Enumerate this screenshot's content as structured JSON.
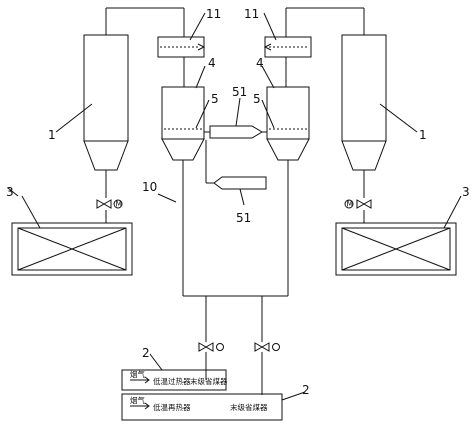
{
  "labels": {
    "n1_left": "1",
    "n1_right": "1",
    "n3_left": "3",
    "n3_right": "3",
    "n4_left": "4",
    "n4_right": "4",
    "n5_left": "5",
    "n5_right": "5",
    "n11_left": "11",
    "n11_right": "11",
    "n51_top": "51",
    "n51_bottom": "51",
    "n10": "10",
    "n2_top": "2",
    "n2_bottom": "2"
  },
  "boiler": {
    "upper_flue_label": "烟气",
    "upper_section1": "低温过热器",
    "upper_section2": "末级省煤器",
    "lower_flue_label": "烟气",
    "lower_section1": "低温再热器",
    "lower_section2": "末级省煤器"
  },
  "valve_marks": {
    "left_motor": "M",
    "right_motor": "M"
  }
}
